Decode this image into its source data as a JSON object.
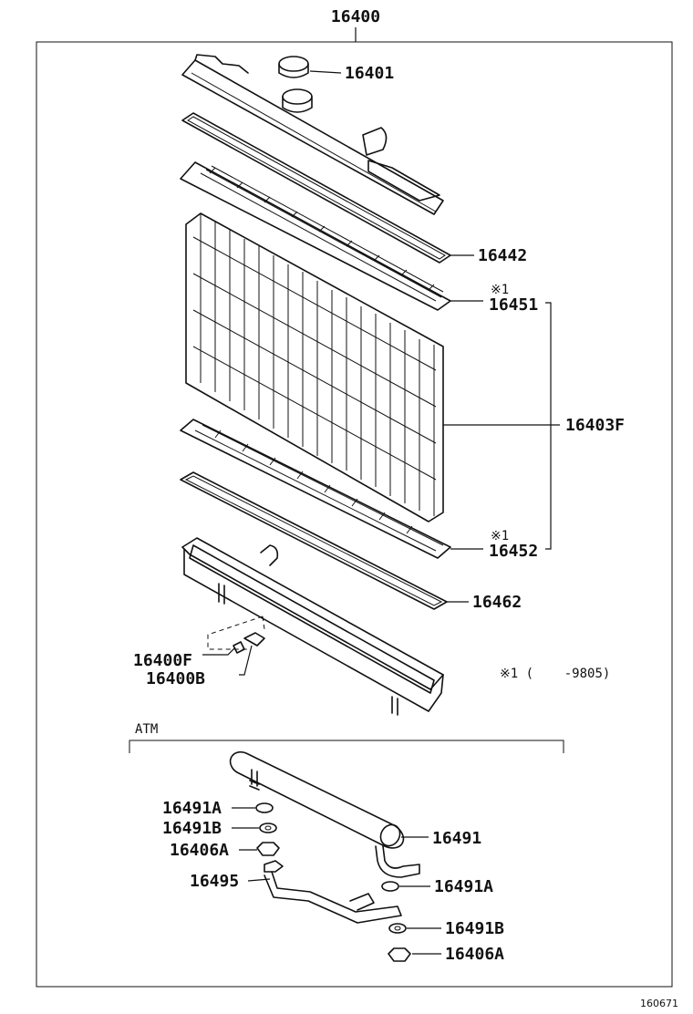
{
  "main_part": "16400",
  "callouts": {
    "p16401": "16401",
    "p16442": "16442",
    "p16451": "16451",
    "p16403F": "16403F",
    "p16452": "16452",
    "p16462": "16462",
    "p16400F": "16400F",
    "p16400B": "16400B",
    "p16491A_1": "16491A",
    "p16491B_1": "16491B",
    "p16406A_1": "16406A",
    "p16495": "16495",
    "p16491": "16491",
    "p16491A_2": "16491A",
    "p16491B_2": "16491B",
    "p16406A_2": "16406A"
  },
  "marks": {
    "m16451": "※1",
    "m16452": "※1"
  },
  "note": {
    "text": "※1 (    -9805)"
  },
  "section": {
    "atm": "ATM"
  },
  "footer": {
    "ref": "160671"
  }
}
